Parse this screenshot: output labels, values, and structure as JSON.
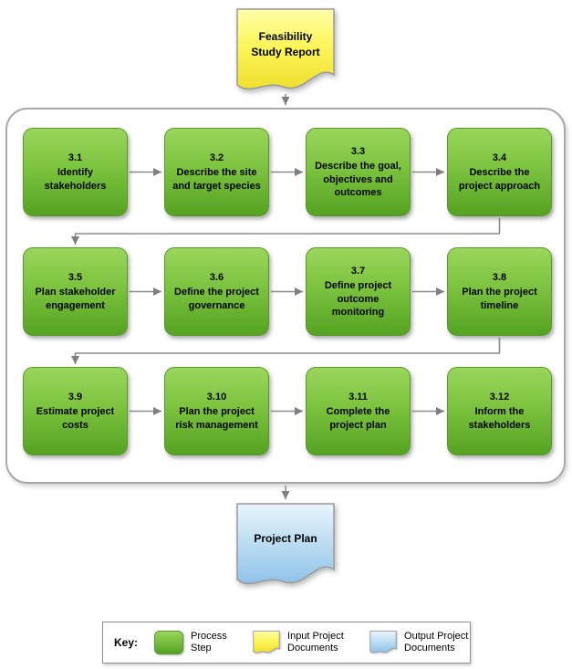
{
  "diagram": {
    "input_document": "Feasibility Study Report",
    "output_document": "Project Plan"
  },
  "steps": [
    {
      "num": "3.1",
      "label": "Identify stakeholders"
    },
    {
      "num": "3.2",
      "label": "Describe the site and target species"
    },
    {
      "num": "3.3",
      "label": "Describe the goal, objectives and outcomes"
    },
    {
      "num": "3.4",
      "label": "Describe the project approach"
    },
    {
      "num": "3.5",
      "label": "Plan stakeholder engagement"
    },
    {
      "num": "3.6",
      "label": "Define the project governance"
    },
    {
      "num": "3.7",
      "label": "Define project outcome monitoring"
    },
    {
      "num": "3.8",
      "label": "Plan the project timeline"
    },
    {
      "num": "3.9",
      "label": "Estimate project costs"
    },
    {
      "num": "3.10",
      "label": "Plan the project risk management"
    },
    {
      "num": "3.11",
      "label": "Complete the project plan"
    },
    {
      "num": "3.12",
      "label": "Inform the stakeholders"
    }
  ],
  "key": {
    "title": "Key:",
    "items": [
      {
        "label": "Process Step"
      },
      {
        "label": "Input Project Documents"
      },
      {
        "label": "Output Project Documents"
      }
    ]
  },
  "colors": {
    "process_fill_top": "#9ad65c",
    "process_fill_bottom": "#55a322",
    "input_document_fill": "#fcf455",
    "output_document_fill": "#8fc2e9",
    "connector": "#8c8c8c",
    "container_border": "#a8a8a8"
  }
}
